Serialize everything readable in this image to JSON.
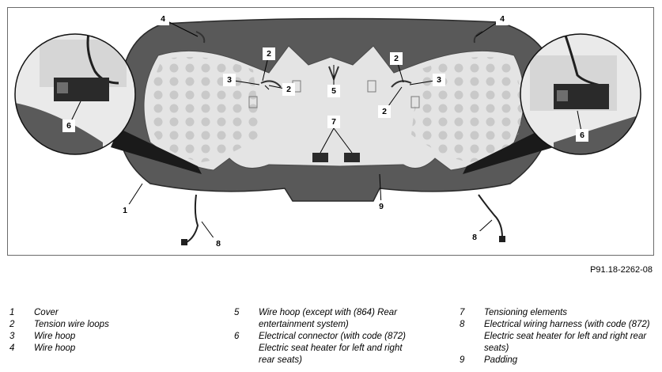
{
  "figure_code": "P91.18-2262-08",
  "callouts": {
    "c1": "1",
    "c2a": "2",
    "c2b": "2",
    "c2c": "2",
    "c2d": "2",
    "c3a": "3",
    "c3b": "3",
    "c4a": "4",
    "c4b": "4",
    "c5": "5",
    "c6a": "6",
    "c6b": "6",
    "c7": "7",
    "c8a": "8",
    "c8b": "8",
    "c9": "9"
  },
  "legend": {
    "col1": [
      {
        "num": "1",
        "text": "Cover"
      },
      {
        "num": "2",
        "text": "Tension wire loops"
      },
      {
        "num": "3",
        "text": "Wire hoop"
      },
      {
        "num": "4",
        "text": "Wire hoop"
      }
    ],
    "col2": [
      {
        "num": "5",
        "text": "Wire hoop (except with (864) Rear entertainment system)"
      },
      {
        "num": "6",
        "text": "Electrical connector (with code (872) Electric seat heater for left and right rear seats)"
      }
    ],
    "col3": [
      {
        "num": "7",
        "text": "Tensioning elements"
      },
      {
        "num": "8",
        "text": "Electrical wiring harness (with code (872) Electric seat heater for left and right rear seats)"
      },
      {
        "num": "9",
        "text": "Padding"
      }
    ]
  }
}
